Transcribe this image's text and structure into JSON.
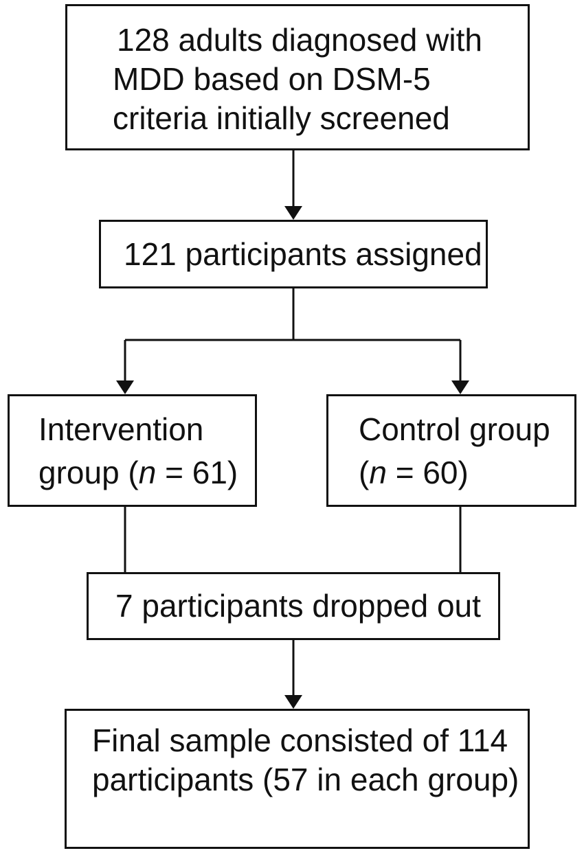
{
  "flowchart": {
    "screened": {
      "lines": [
        "128 adults diagnosed with",
        "MDD based on DSM-5",
        "criteria initially screened"
      ]
    },
    "assigned": {
      "text": "121 participants assigned"
    },
    "intervention": {
      "line1": "Intervention",
      "line2_prefix": "group (",
      "n_symbol": "n",
      "line2_suffix": " = 61)"
    },
    "control": {
      "line1": "Control group",
      "line2_prefix": "(",
      "n_symbol": "n",
      "line2_suffix": " = 60)"
    },
    "dropped": {
      "text": "7 participants dropped out"
    },
    "final": {
      "lines": [
        "Final sample consisted of 114",
        "participants (57 in each group)"
      ]
    }
  }
}
